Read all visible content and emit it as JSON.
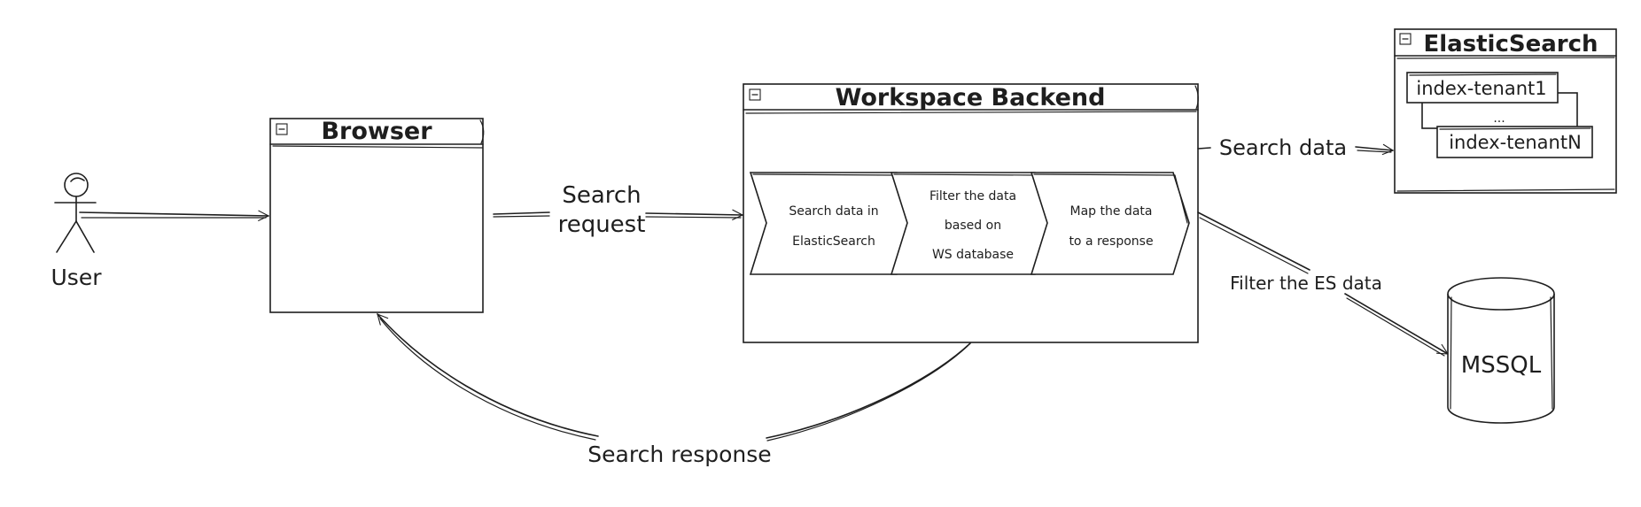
{
  "actor": {
    "label": "User"
  },
  "browser": {
    "title": "Browser"
  },
  "backend": {
    "title": "Workspace Backend",
    "steps": [
      {
        "lines": [
          "Search data in",
          "ElasticSearch"
        ]
      },
      {
        "lines": [
          "Filter the data",
          "based on",
          "WS database"
        ]
      },
      {
        "lines": [
          "Map the data",
          "to a response"
        ]
      }
    ]
  },
  "elasticsearch": {
    "title": "ElasticSearch",
    "indexes": [
      "index-tenant1",
      "...",
      "index-tenantN"
    ]
  },
  "database": {
    "label": "MSSQL"
  },
  "edges": {
    "search_request": [
      "Search",
      "request"
    ],
    "search_data": "Search data",
    "filter_es": "Filter the ES data",
    "search_response": "Search response"
  }
}
